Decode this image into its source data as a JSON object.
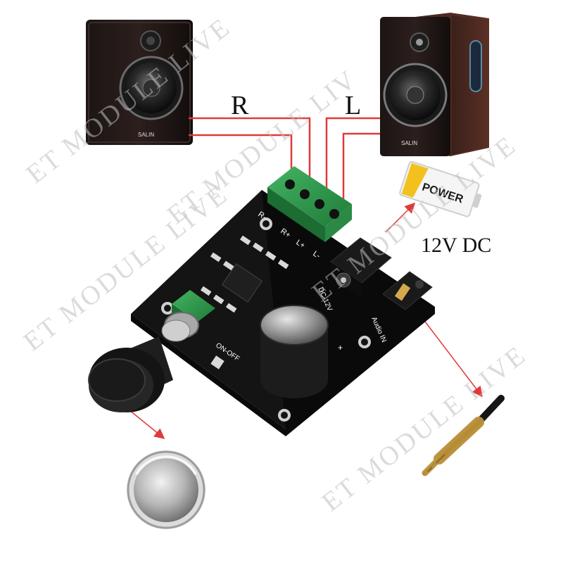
{
  "watermark": {
    "lines": [
      "ET MODULE LIVE",
      "ET MODULE LIV",
      "ET MODULE LIVE",
      "ET MODULE LIVE",
      "ET MODULE LIVE"
    ]
  },
  "wiring": {
    "right_channel_label": "R",
    "left_channel_label": "L",
    "wire_color": "#e03a3a"
  },
  "speakers": {
    "brand_text": "SALIN"
  },
  "power_supply": {
    "battery_text": "POWER",
    "voltage_label": "12V DC"
  },
  "board": {
    "terminal_labels": [
      "R-",
      "R+",
      "L+",
      "L-"
    ],
    "power_jack_label": "DC-12V",
    "audio_in_label": "Audio IN",
    "switch_label": "ON-OFF",
    "cap_polarity": "+",
    "pcb_color": "#141414",
    "terminal_color": "#2e9a4a"
  },
  "accents": {
    "arrow_color": "#e03a3a",
    "plug_gold": "#c9a24a"
  }
}
